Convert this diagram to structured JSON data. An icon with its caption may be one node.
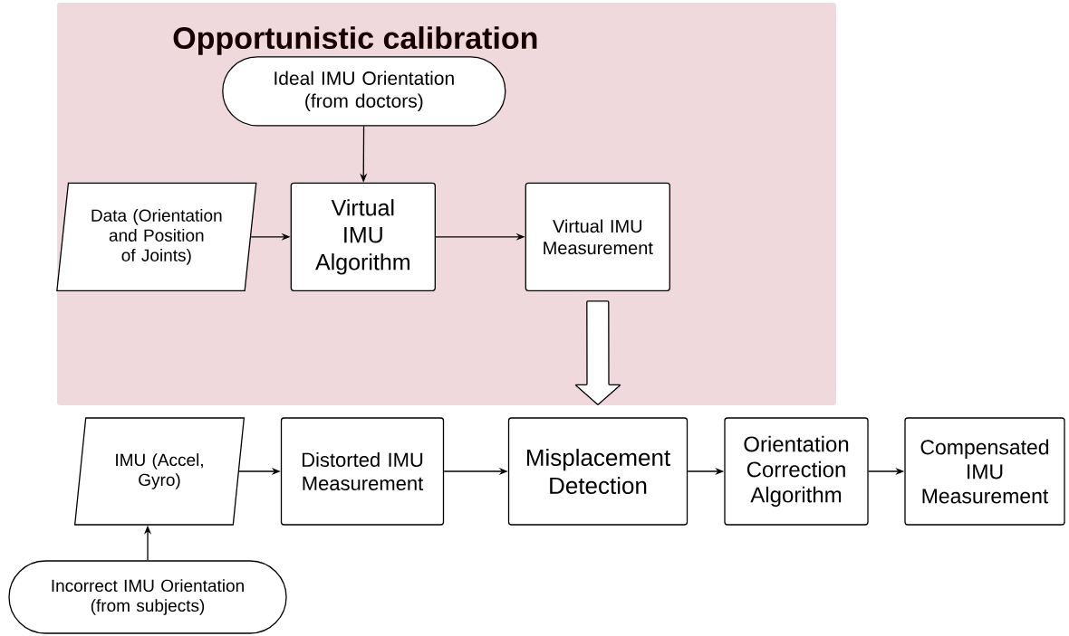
{
  "diagram": {
    "nodes": [
      {
        "text": [
          "Opportunistic calibration"
        ]
      },
      {
        "text": [
          "Ideal IMU Orientation (from doctors)"
        ],
        "in": 0
      },
      {
        "text": [
          "Data (Orientation and Position of Joints)"
        ],
        "in": 0
      },
      {
        "text": [
          "Virtual IMU Algorithm"
        ],
        "in": 0
      },
      {
        "text": [
          "Virtual IMU Measurement"
        ],
        "in": 0
      },
      {
        "text": [
          "IMU (Accel, Gyro)"
        ]
      },
      {
        "text": [
          "Distorted IMU Measurement"
        ]
      },
      {
        "text": [
          "Misplacement Detection"
        ]
      },
      {
        "text": [
          "Orientation Correction Algorithm"
        ]
      },
      {
        "text": [
          "Compensated IMU Measurement"
        ]
      },
      {
        "text": [
          "Incorrect IMU Orientation (from subjects)"
        ]
      }
    ],
    "edges": [
      {
        "from": 1,
        "to": 3,
        "arrow": "to"
      },
      {
        "from": 2,
        "to": 3,
        "arrow": "to"
      },
      {
        "from": 3,
        "to": 4,
        "arrow": "to"
      },
      {
        "from": 4,
        "to": 7,
        "arrow": "to",
        "style": "thick"
      },
      {
        "from": 5,
        "to": 6,
        "arrow": "to"
      },
      {
        "from": 6,
        "to": 7,
        "arrow": "to"
      },
      {
        "from": 7,
        "to": 8,
        "arrow": "to"
      },
      {
        "from": 8,
        "to": 9,
        "arrow": "to"
      },
      {
        "from": 10,
        "to": 5,
        "arrow": "to"
      }
    ]
  }
}
